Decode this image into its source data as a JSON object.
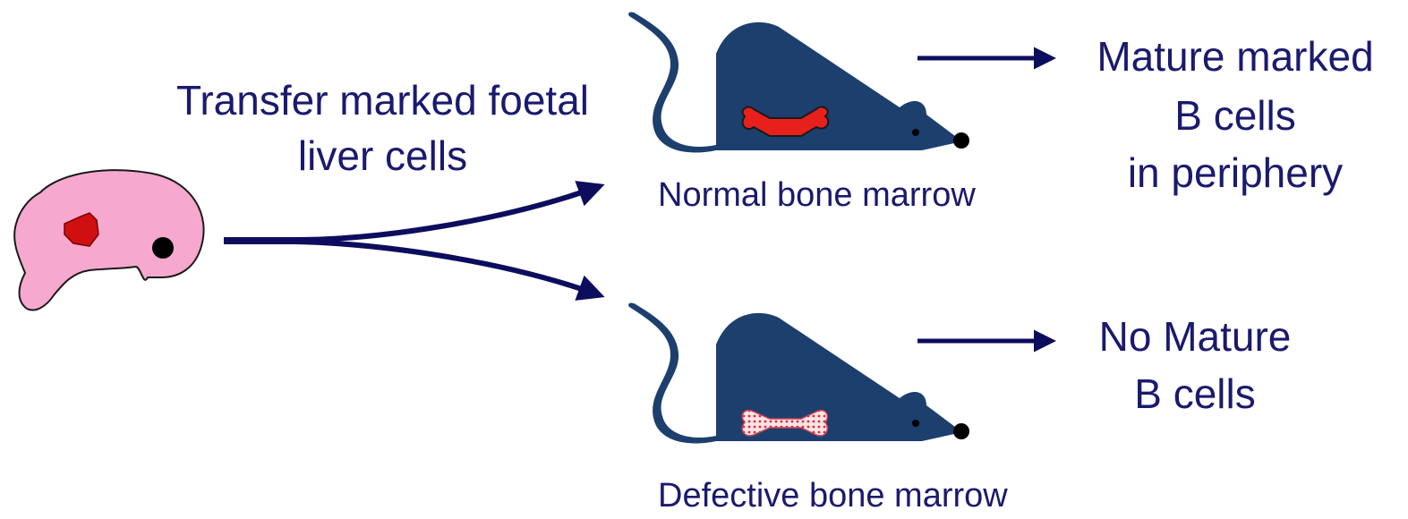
{
  "transfer_label": {
    "line1": "Transfer marked foetal",
    "line2": "liver cells"
  },
  "normal": {
    "caption": "Normal bone marrow",
    "outcome_line1": "Mature marked",
    "outcome_line2": "B cells",
    "outcome_line3": "in periphery"
  },
  "defective": {
    "caption": "Defective bone marrow",
    "outcome_line1": "No Mature",
    "outcome_line2": "B cells"
  },
  "colors": {
    "text": "#1a1a6e",
    "arrow": "#0d0d5e",
    "mouse": "#1c3f6e",
    "embryo": "#f7a8cf",
    "liver": "#d01010",
    "bone_normal": "#e8201c",
    "bone_defective": "#f5c6cc"
  }
}
